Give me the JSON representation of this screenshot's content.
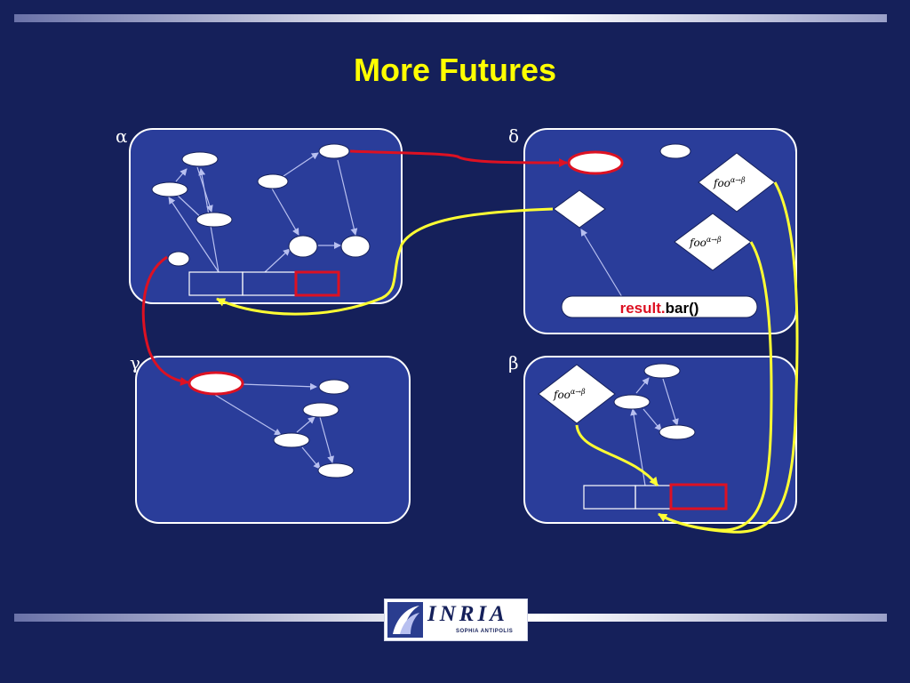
{
  "slide": {
    "title": "More Futures"
  },
  "activities": {
    "alpha": "α",
    "delta": "δ",
    "gamma": "γ",
    "beta": "β"
  },
  "call_labels": {
    "base": "foo",
    "superscript": "α→β"
  },
  "result_call": {
    "object": "result.",
    "method": "bar()"
  },
  "logo": {
    "name": "INRIA",
    "subtitle": "SOPHIA ANTIPOLIS"
  },
  "colors": {
    "background": "#15205a",
    "panel": "#2a3d9a",
    "title": "#ffff00",
    "future_link": "#dd1122",
    "reply_link": "#ffff33",
    "reference": "#b8c0f0"
  }
}
